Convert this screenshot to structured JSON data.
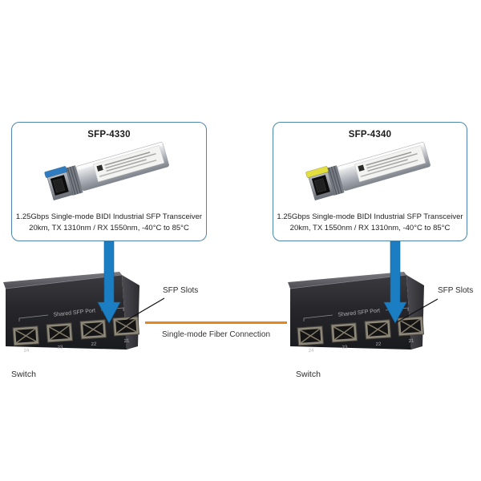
{
  "diagram": {
    "left_device": {
      "title": "SFP-4330",
      "description_line1": "1.25Gbps Single-mode BIDI Industrial SFP Transceiver",
      "description_line2": "20km, TX 1310nm / RX 1550nm, -40°C to 85°C",
      "latch_color": "#2f7dc0"
    },
    "right_device": {
      "title": "SFP-4340",
      "description_line1": "1.25Gbps Single-mode BIDI Industrial SFP Transceiver",
      "description_line2": "20km, TX 1550nm / RX 1310nm, -40°C to 85°C",
      "latch_color": "#e3df3e"
    },
    "switches": {
      "left_label": "Switch",
      "right_label": "Switch",
      "shared_port_label": "Shared SFP Port",
      "port_numbers": [
        "24",
        "23",
        "22",
        "21"
      ],
      "sfp_slots_left": "SFP Slots",
      "sfp_slots_right": "SFP Slots"
    },
    "connection": {
      "label": "Single-mode Fiber Connection",
      "line_color": "#e8861a"
    },
    "colors": {
      "arrow_blue": "#1b7ec2",
      "box_border": "#4e86ab"
    }
  }
}
